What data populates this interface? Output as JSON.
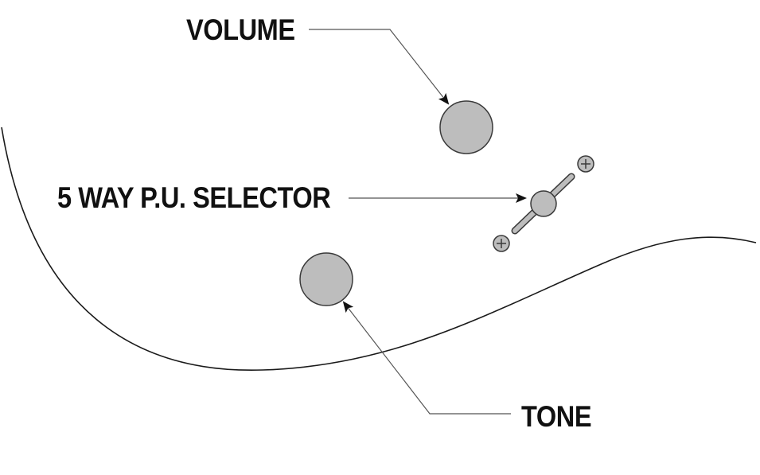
{
  "labels": {
    "volume": "VOLUME",
    "selector": "5 WAY P.U. SELECTOR",
    "tone": "TONE"
  },
  "colors": {
    "knob_fill": "#bdbdbd",
    "outline": "#3a3a3a",
    "text": "#111111",
    "leader": "#555555",
    "background": "#ffffff"
  }
}
